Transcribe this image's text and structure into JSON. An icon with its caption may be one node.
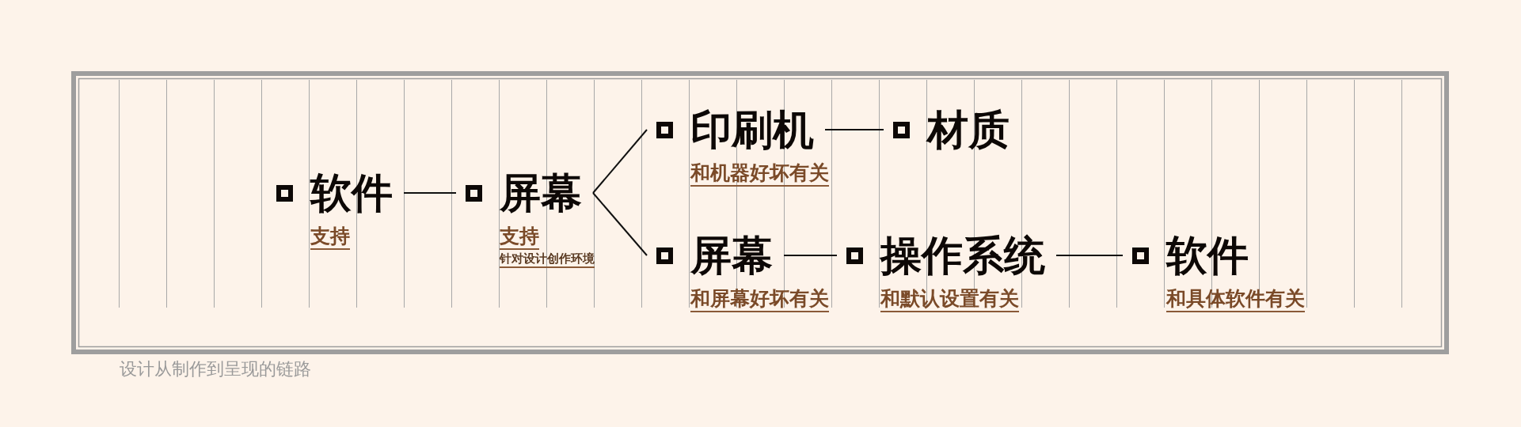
{
  "diagram": {
    "caption": "设计从制作到呈现的链路",
    "nodes": [
      {
        "text": [
          "软件",
          "支持"
        ]
      },
      {
        "text": [
          "屏幕",
          "支持",
          "针对设计创作环境"
        ]
      },
      {
        "text": [
          "印刷机",
          "和机器好坏有关"
        ]
      },
      {
        "text": [
          "材质"
        ]
      },
      {
        "text": [
          "屏幕",
          "和屏幕好坏有关"
        ]
      },
      {
        "text": [
          "操作系统",
          "和默认设置有关"
        ]
      },
      {
        "text": [
          "软件",
          "和具体软件有关"
        ]
      }
    ],
    "edges": [
      {
        "from": 0,
        "to": 1,
        "arrow": "none"
      },
      {
        "from": 1,
        "to": 2,
        "arrow": "none"
      },
      {
        "from": 1,
        "to": 4,
        "arrow": "none"
      },
      {
        "from": 2,
        "to": 3,
        "arrow": "none"
      },
      {
        "from": 4,
        "to": 5,
        "arrow": "none"
      },
      {
        "from": 5,
        "to": 6,
        "arrow": "none"
      }
    ]
  }
}
